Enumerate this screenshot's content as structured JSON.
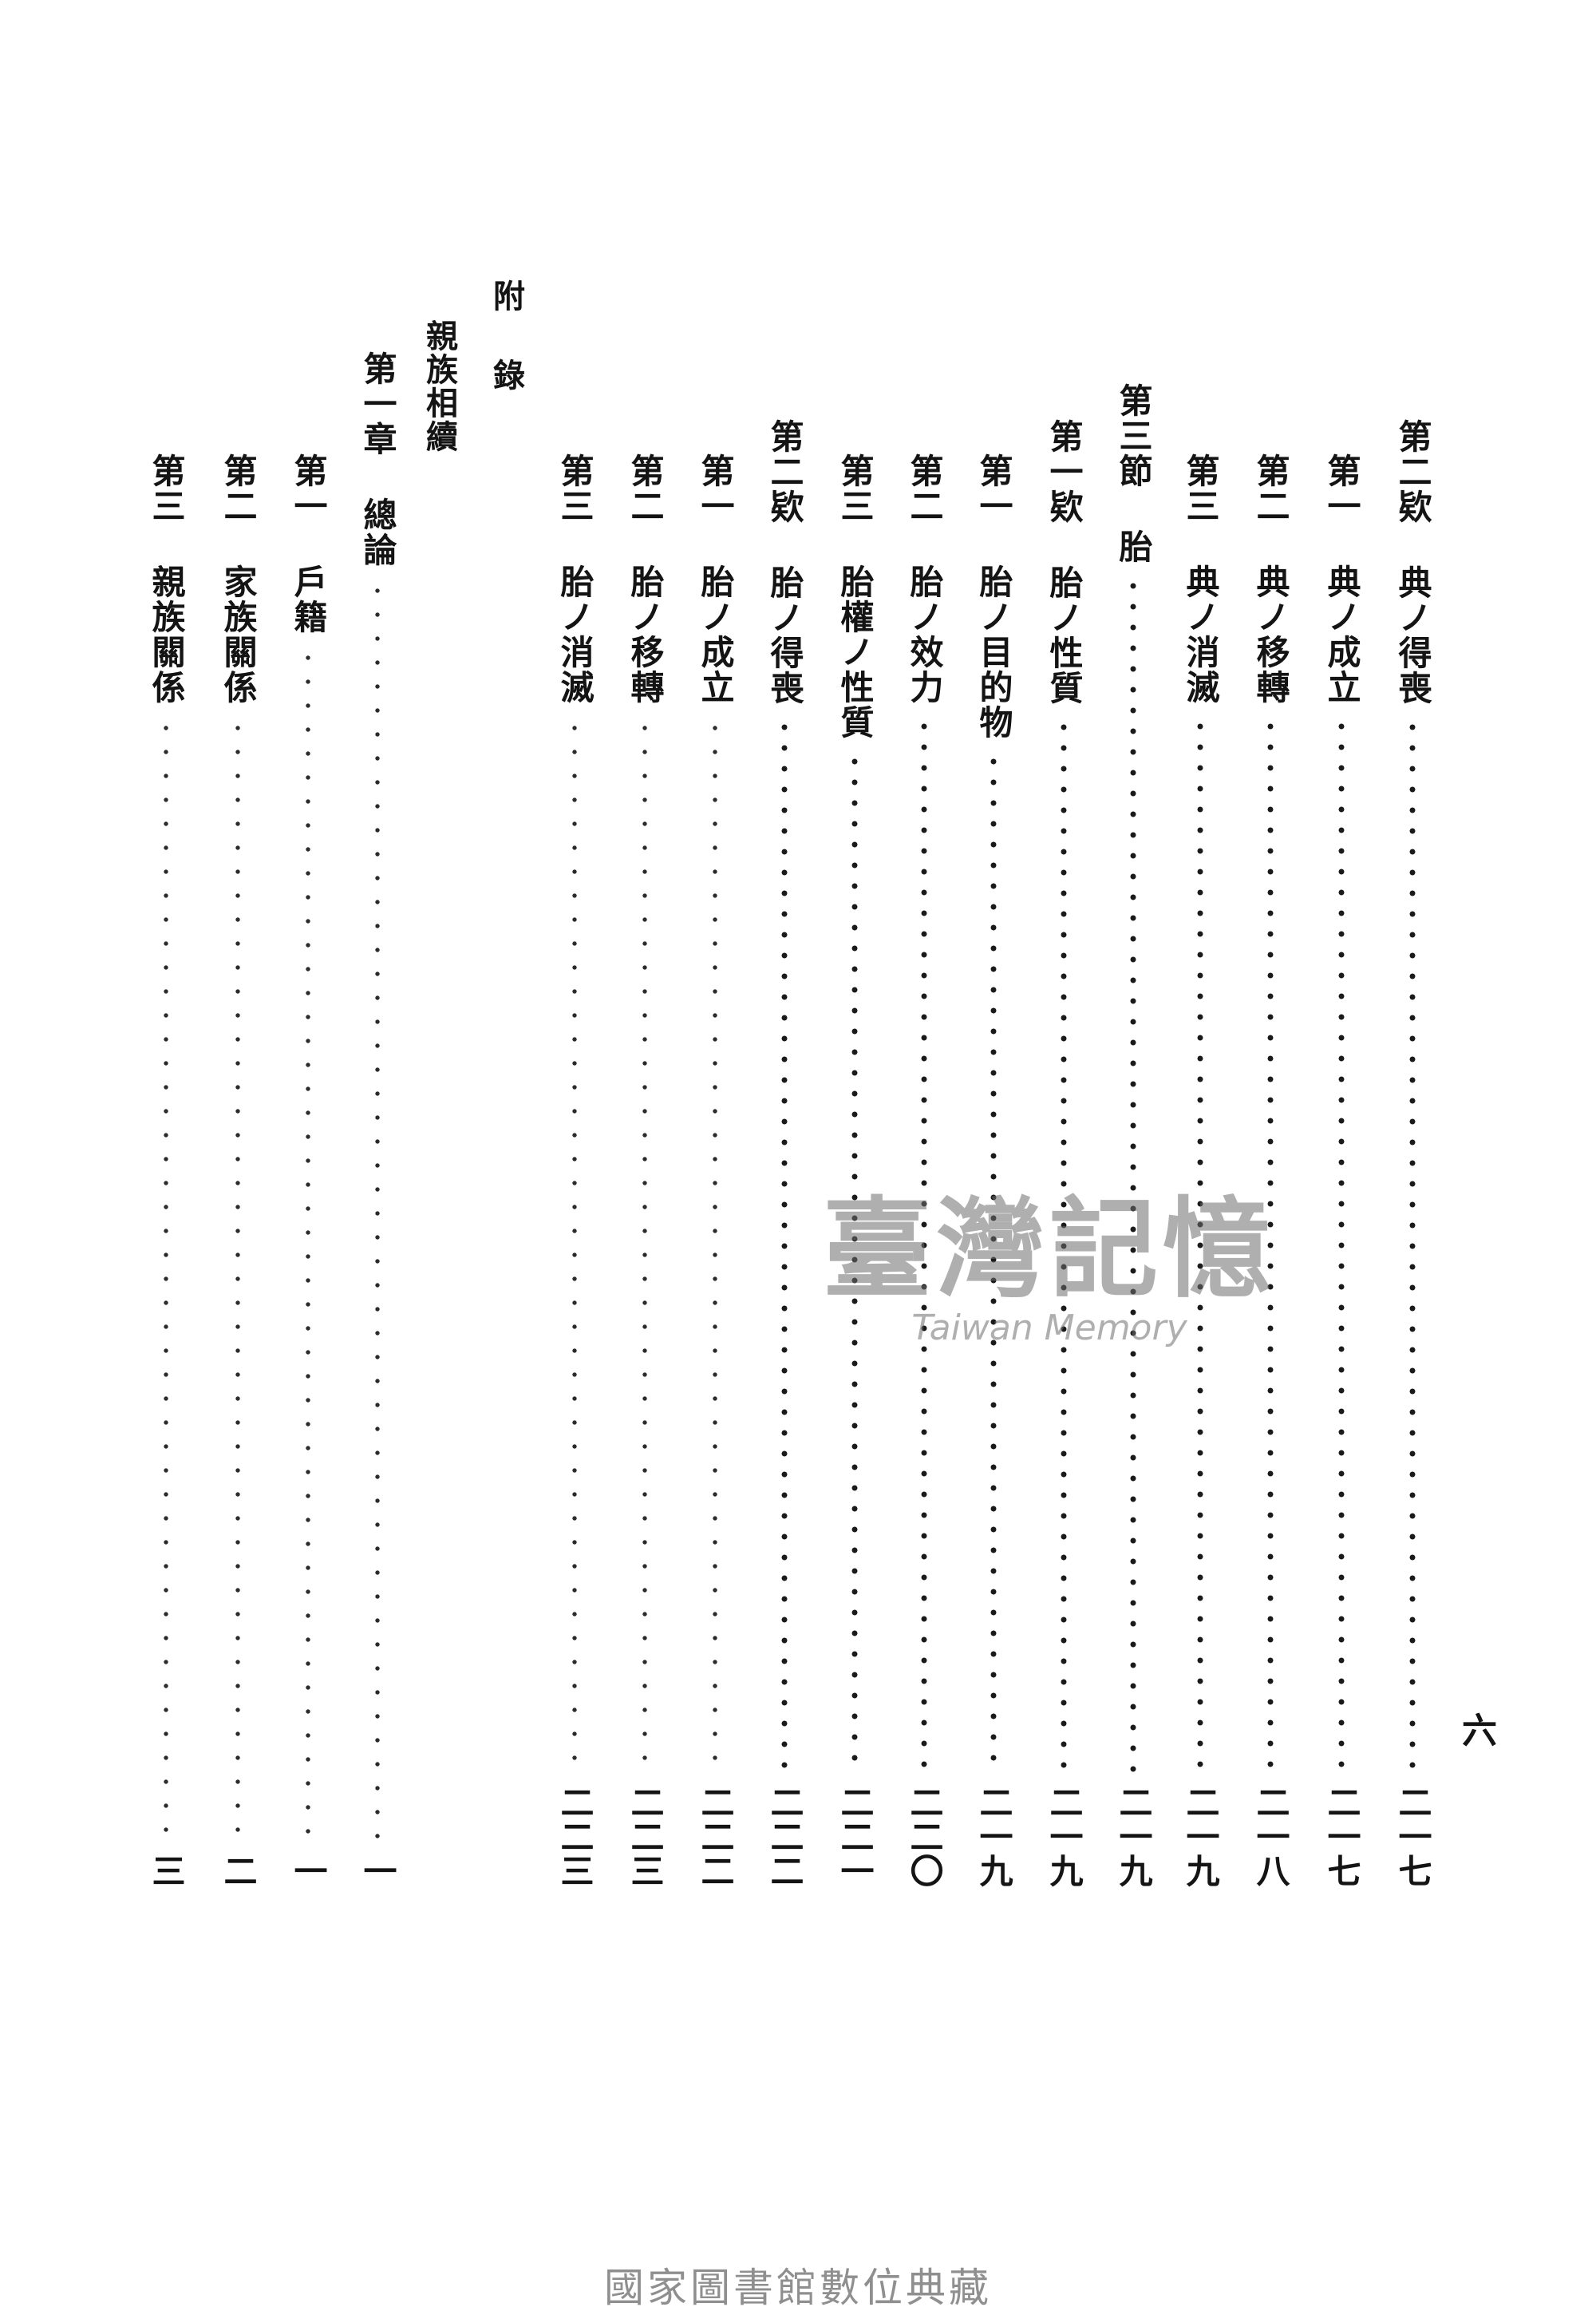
{
  "page_number": "六",
  "appendix": {
    "heading": "附 錄",
    "subheading": "親族相續"
  },
  "entries": [
    {
      "label": "第二欵 典ノ得喪",
      "page": "二一七"
    },
    {
      "label": "第一 典ノ成立",
      "page": "二一七"
    },
    {
      "label": "第二 典ノ移轉",
      "page": "二一八"
    },
    {
      "label": "第三 典ノ消滅",
      "page": "二一九"
    },
    {
      "label": "第三節 胎",
      "page": "二一九"
    },
    {
      "label": "第一欵 胎ノ性質",
      "page": "二一九"
    },
    {
      "label": "第一 胎ノ目的物",
      "page": "二一九"
    },
    {
      "label": "第二 胎ノ效力",
      "page": "二二〇"
    },
    {
      "label": "第三 胎權ノ性質",
      "page": "二二一"
    },
    {
      "label": "第二欵 胎ノ得喪",
      "page": "二二二"
    },
    {
      "label": "第一 胎ノ成立",
      "page": "二二二"
    },
    {
      "label": "第二 胎ノ移轉",
      "page": "二二三"
    },
    {
      "label": "第三 胎ノ消滅",
      "page": "二二三"
    },
    {
      "label": "第一章 總論",
      "page": "一"
    },
    {
      "label": "第一 戶籍",
      "page": "一"
    },
    {
      "label": "第二 家族關係",
      "page": "二"
    },
    {
      "label": "第三 親族關係",
      "page": "三"
    }
  ],
  "watermark": {
    "cn": "臺灣記憶",
    "en": "Taiwan Memory"
  },
  "footer": "國家圖書館數位典藏"
}
